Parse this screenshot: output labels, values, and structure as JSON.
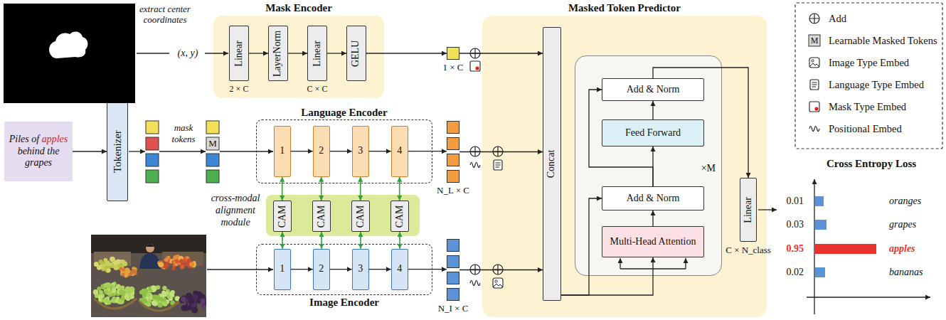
{
  "diagram": {
    "nodes": [
      {
        "text": [
          "Mask Encoder"
        ]
      },
      {
        "text": [
          "Linear"
        ],
        "in": 0
      },
      {
        "text": [
          "LayerNorm"
        ],
        "in": 0
      },
      {
        "text": [
          "Linear"
        ],
        "in": 0
      },
      {
        "text": [
          "GELU"
        ],
        "in": 0
      },
      {
        "text": [
          "1 × C"
        ]
      },
      {
        "text": [
          "Masked Token Predictor"
        ]
      },
      {
        "text": [
          "Concat"
        ],
        "in": 6
      },
      {
        "text": [
          "×M"
        ],
        "in": 6
      },
      {
        "text": [
          "Add & Norm"
        ],
        "in": 8
      },
      {
        "text": [
          "Feed Forward"
        ],
        "in": 8
      },
      {
        "text": [
          "Add & Norm"
        ],
        "in": 8
      },
      {
        "text": [
          "Multi-Head Attention"
        ],
        "in": 8
      },
      {
        "text": [
          "Linear"
        ],
        "in": 6
      },
      {
        "text": [
          "Piles of apples behind the grapes"
        ]
      },
      {
        "text": [
          "Tokenizer"
        ]
      },
      {
        "text": [
          "Language Encoder"
        ]
      },
      {
        "text": [
          "1"
        ],
        "in": 16
      },
      {
        "text": [
          "2"
        ],
        "in": 16
      },
      {
        "text": [
          "3"
        ],
        "in": 16
      },
      {
        "text": [
          "4"
        ],
        "in": 16
      },
      {
        "text": [
          "N_L × C"
        ]
      },
      {
        "text": [
          "cross-modal alignment module"
        ]
      },
      {
        "text": [
          "CAM"
        ],
        "in": 22
      },
      {
        "text": [
          "CAM"
        ],
        "in": 22
      },
      {
        "text": [
          "CAM"
        ],
        "in": 22
      },
      {
        "text": [
          "CAM"
        ],
        "in": 22
      },
      {
        "text": [
          "Image Encoder"
        ]
      },
      {
        "text": [
          "1"
        ],
        "in": 27
      },
      {
        "text": [
          "2"
        ],
        "in": 27
      },
      {
        "text": [
          "3"
        ],
        "in": 27
      },
      {
        "text": [
          "4"
        ],
        "in": 27
      },
      {
        "text": [
          "N_I × C"
        ]
      }
    ],
    "edges": [
      {
        "from": 1,
        "to": 2,
        "arrow": "to"
      },
      {
        "from": 2,
        "to": 3,
        "arrow": "to"
      },
      {
        "from": 3,
        "to": 4,
        "arrow": "to"
      },
      {
        "from": 4,
        "to": 5,
        "arrow": "to"
      },
      {
        "from": 5,
        "to": 7,
        "arrow": "to"
      },
      {
        "from": 14,
        "to": 15,
        "arrow": "to"
      },
      {
        "from": 17,
        "to": 18,
        "arrow": "to"
      },
      {
        "from": 18,
        "to": 19,
        "arrow": "to"
      },
      {
        "from": 19,
        "to": 20,
        "arrow": "to"
      },
      {
        "from": 20,
        "to": 21,
        "arrow": "to"
      },
      {
        "from": 21,
        "to": 7,
        "arrow": "to"
      },
      {
        "from": 17,
        "to": 23,
        "arrow": "both"
      },
      {
        "from": 18,
        "to": 24,
        "arrow": "both"
      },
      {
        "from": 19,
        "to": 25,
        "arrow": "both"
      },
      {
        "from": 20,
        "to": 26,
        "arrow": "both"
      },
      {
        "from": 23,
        "to": 28,
        "arrow": "both"
      },
      {
        "from": 24,
        "to": 29,
        "arrow": "both"
      },
      {
        "from": 25,
        "to": 30,
        "arrow": "both"
      },
      {
        "from": 26,
        "to": 31,
        "arrow": "both"
      },
      {
        "from": 28,
        "to": 29,
        "arrow": "to"
      },
      {
        "from": 29,
        "to": 30,
        "arrow": "to"
      },
      {
        "from": 30,
        "to": 31,
        "arrow": "to"
      },
      {
        "from": 31,
        "to": 32,
        "arrow": "to"
      },
      {
        "from": 32,
        "to": 7,
        "arrow": "to"
      },
      {
        "from": 7,
        "to": 12,
        "arrow": "to"
      },
      {
        "from": 7,
        "to": 11,
        "arrow": "to"
      },
      {
        "from": 12,
        "to": 11,
        "arrow": "to"
      },
      {
        "from": 11,
        "to": 10,
        "arrow": "to"
      },
      {
        "from": 11,
        "to": 9,
        "arrow": "to"
      },
      {
        "from": 10,
        "to": 9,
        "arrow": "to"
      },
      {
        "from": 9,
        "to": 13,
        "arrow": "to"
      }
    ],
    "labels": [
      "extract center coordinates",
      "(x, y)",
      "2 × C",
      "C × C",
      "M",
      "mask tokens",
      "C × N_class",
      "Cross Entropy Loss",
      "0.01",
      "oranges",
      "0.03",
      "grapes",
      "0.95",
      "apples",
      "0.02",
      "bananas",
      "M"
    ],
    "legend": [
      {
        "text": "Add"
      },
      {
        "text": "Learnable Masked Tokens"
      },
      {
        "text": "Image Type Embed"
      },
      {
        "text": "Language Type Embed"
      },
      {
        "text": "Mask Type Embed"
      },
      {
        "text": "Positional Embed"
      }
    ]
  }
}
